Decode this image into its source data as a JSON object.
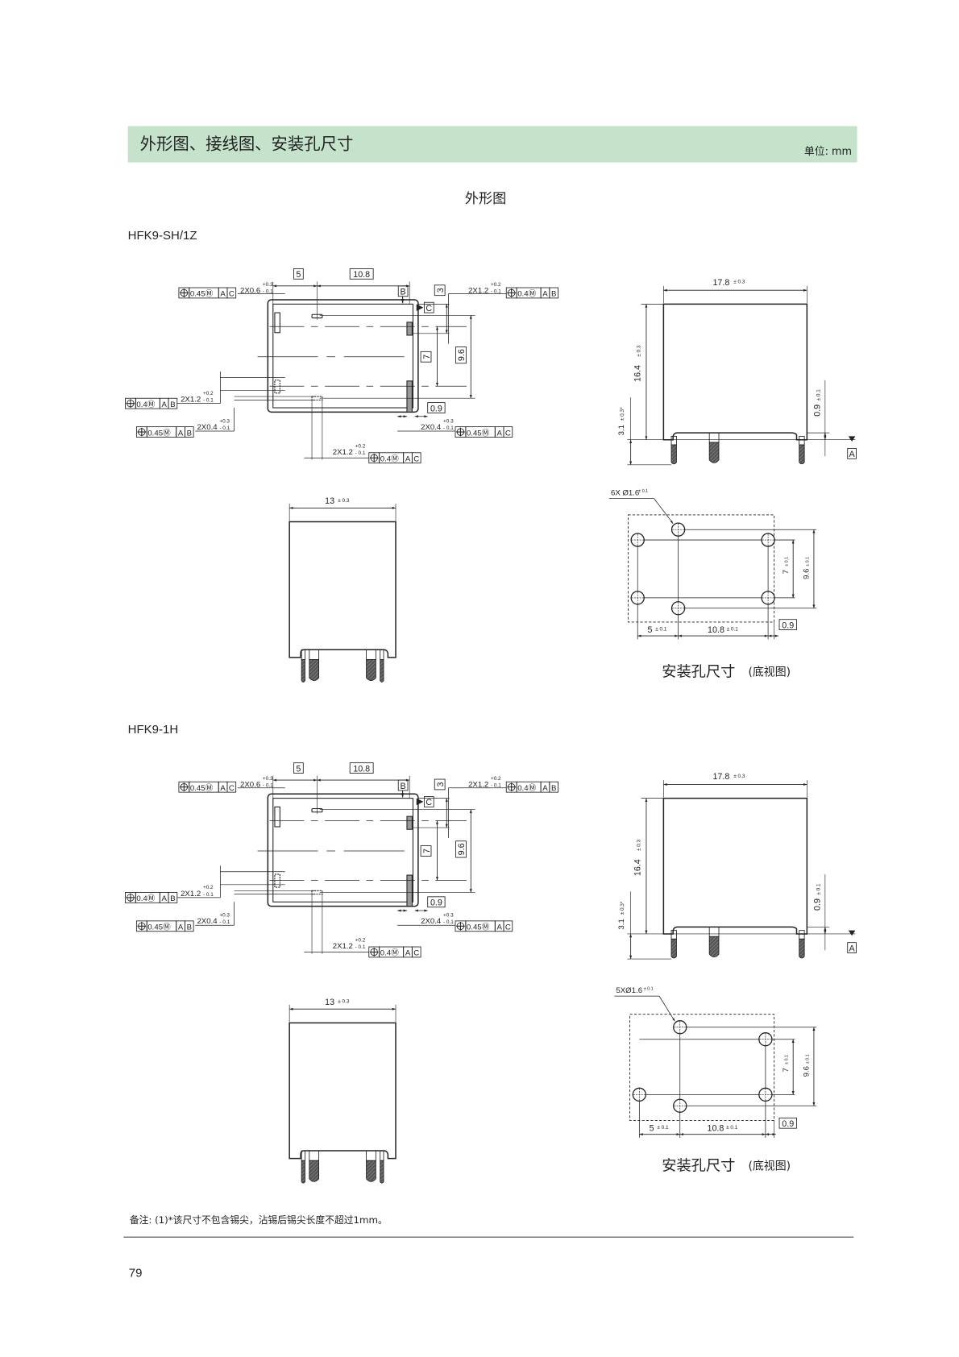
{
  "header": {
    "title": "外形图、接线图、安装孔尺寸",
    "unit": "单位: mm",
    "bar_color": "#c5e3cb"
  },
  "section_title": "外形图",
  "models": [
    {
      "name": "HFK9-SH/1Z",
      "top_view": {
        "dims": {
          "five": "5",
          "ten_eight": "10.8",
          "three": "3",
          "seven": "7",
          "nine_six": "9.6",
          "zero_nine": "0.9",
          "datum_b": "B",
          "datum_c": "C"
        },
        "callouts": [
          {
            "size": "2X0.6",
            "tol_plus": "+0.3",
            "tol_minus": "- 0.1",
            "fcf": {
              "symbol": "⊕",
              "tol": "0.45Ⓜ",
              "datums": [
                "A",
                "C"
              ]
            }
          },
          {
            "size": "2X1.2",
            "tol_plus": "+0.2",
            "tol_minus": "- 0.1",
            "fcf": {
              "symbol": "⊕",
              "tol": "0.4Ⓜ",
              "datums": [
                "A",
                "B"
              ]
            }
          },
          {
            "size": "2X1.2",
            "tol_plus": "+0.2",
            "tol_minus": "- 0.1",
            "fcf": {
              "symbol": "⊕",
              "tol": "0.4Ⓜ",
              "datums": [
                "A",
                "B"
              ]
            }
          },
          {
            "size": "2X0.4",
            "tol_plus": "+0.3",
            "tol_minus": "- 0.1",
            "fcf": {
              "symbol": "⊕",
              "tol": "0.45Ⓜ",
              "datums": [
                "A",
                "B"
              ]
            }
          },
          {
            "size": "2X0.4",
            "tol_plus": "+0.3",
            "tol_minus": "- 0.1",
            "fcf": {
              "symbol": "⊕",
              "tol": "0.45Ⓜ",
              "datums": [
                "A",
                "C"
              ]
            }
          },
          {
            "size": "2X1.2",
            "tol_plus": "+0.2",
            "tol_minus": "- 0.1",
            "fcf": {
              "symbol": "⊕",
              "tol": "0.4Ⓜ",
              "datums": [
                "A",
                "C"
              ]
            }
          }
        ]
      },
      "side_view": {
        "width": "17.8",
        "width_tol": "± 0.3",
        "height": "16.4",
        "height_tol": "± 0.3",
        "pin": "3.1",
        "pin_tol": "± 0.3*",
        "standoff": "0.9",
        "standoff_tol": "± 0.1",
        "datum": "A"
      },
      "front_view": {
        "width": "13",
        "width_tol": "± 0.3"
      },
      "holes": {
        "callout": "6X Ø1.6",
        "callout_tol": "± 0.1",
        "d1": "5",
        "d1_tol": "± 0.1",
        "d2": "10.8",
        "d2_tol": "± 0.1",
        "v1": "7",
        "v1_tol": "± 0.1",
        "v2": "9.6",
        "v2_tol": "± 0.1",
        "offset": "0.9",
        "caption": "安装孔尺寸",
        "caption_sub": "(底视图)"
      }
    },
    {
      "name": "HFK9-1H",
      "top_view": {
        "dims": {
          "five": "5",
          "ten_eight": "10.8",
          "three": "3",
          "seven": "7",
          "nine_six": "9.6",
          "zero_nine": "0.9",
          "datum_b": "B",
          "datum_c": "C"
        },
        "callouts": [
          {
            "size": "2X0.6",
            "tol_plus": "+0.3",
            "tol_minus": "- 0.1",
            "fcf": {
              "symbol": "⊕",
              "tol": "0.45Ⓜ",
              "datums": [
                "A",
                "C"
              ]
            }
          },
          {
            "size": "2X1.2",
            "tol_plus": "+0.2",
            "tol_minus": "- 0.1",
            "fcf": {
              "symbol": "⊕",
              "tol": "0.4Ⓜ",
              "datums": [
                "A",
                "B"
              ]
            }
          },
          {
            "size": "2X1.2",
            "tol_plus": "+0.2",
            "tol_minus": "- 0.1",
            "fcf": {
              "symbol": "⊕",
              "tol": "0.4Ⓜ",
              "datums": [
                "A",
                "B"
              ]
            }
          },
          {
            "size": "2X0.4",
            "tol_plus": "+0.3",
            "tol_minus": "- 0.1",
            "fcf": {
              "symbol": "⊕",
              "tol": "0.45Ⓜ",
              "datums": [
                "A",
                "B"
              ]
            }
          },
          {
            "size": "2X0.4",
            "tol_plus": "+0.3",
            "tol_minus": "- 0.1",
            "fcf": {
              "symbol": "⊕",
              "tol": "0.45Ⓜ",
              "datums": [
                "A",
                "C"
              ]
            }
          },
          {
            "size": "2X1.2",
            "tol_plus": "+0.2",
            "tol_minus": "- 0.1",
            "fcf": {
              "symbol": "⊕",
              "tol": "0.4Ⓜ",
              "datums": [
                "A",
                "C"
              ]
            }
          }
        ]
      },
      "side_view": {
        "width": "17.8",
        "width_tol": "± 0.3",
        "height": "16.4",
        "height_tol": "± 0.3",
        "pin": "3.1",
        "pin_tol": "± 0.3*",
        "standoff": "0.9",
        "standoff_tol": "± 0.1",
        "datum": "A"
      },
      "front_view": {
        "width": "13",
        "width_tol": "± 0.3"
      },
      "holes": {
        "callout": "5XØ1.6",
        "callout_tol": "± 0.1",
        "d1": "5",
        "d1_tol": "± 0.1",
        "d2": "10.8",
        "d2_tol": "± 0.1",
        "v1": "7",
        "v1_tol": "± 0.1",
        "v2": "9.6",
        "v2_tol": "± 0.1",
        "offset": "0.9",
        "caption": "安装孔尺寸",
        "caption_sub": "(底视图)"
      }
    }
  ],
  "note": "备注: (1)*该尺寸不包含锡尖，沾锡后锡尖长度不超过1mm。",
  "page_number": "79"
}
